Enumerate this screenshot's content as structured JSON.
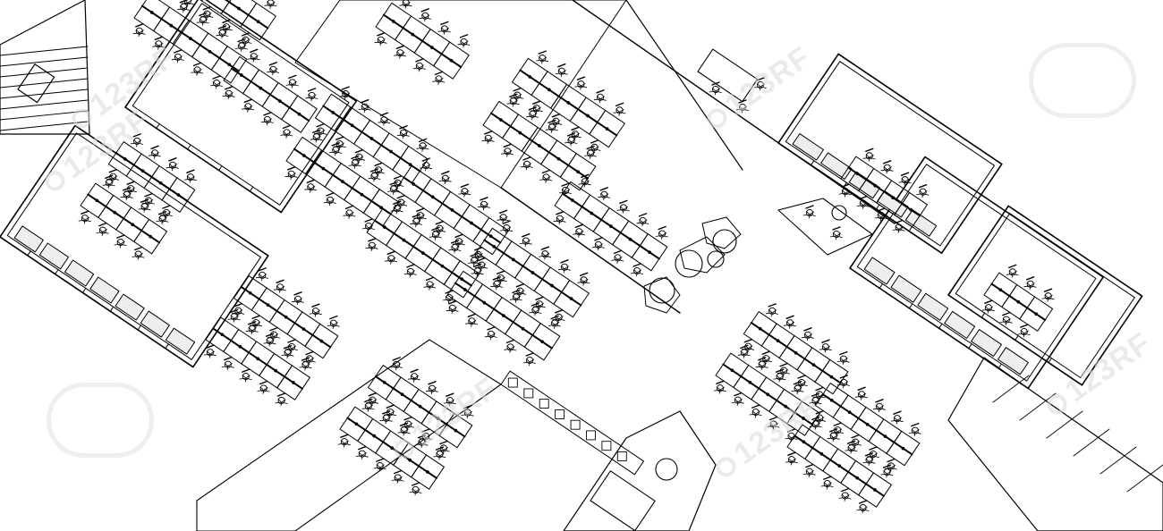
{
  "image": {
    "kind": "isometric office floor plan line drawing",
    "style": "black pencil line art on white",
    "stroke_color": "#000000",
    "background_color": "#ffffff",
    "watermark_color": "#d9d9d9"
  },
  "watermarks": [
    {
      "label": "123RF"
    },
    {
      "label": "123RF"
    },
    {
      "label": "123RF"
    },
    {
      "label": "123RF"
    },
    {
      "label": "123RF"
    },
    {
      "label": "123RF"
    }
  ]
}
